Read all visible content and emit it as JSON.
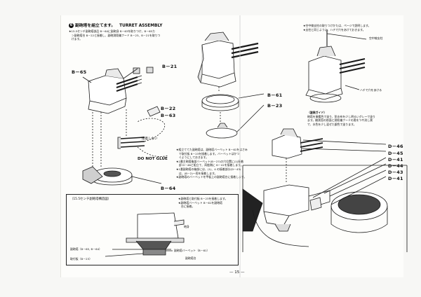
{
  "header": {
    "step_number": "6",
    "title_jp": "副砲塔を組立てます。",
    "title_en": "TURRET ASSEMBLY"
  },
  "intro_notes": [
    "★15.5センチ副砲塔部品 B－64に副砲身 B－63を取りつけ、B－65カ",
    "　ン副砲塔台 B－22と接着し、副砲測距儀フード B－23、B－21を取りつ",
    "　けます。"
  ],
  "top_right_notes": [
    "★空中線支柱の取りつけかたは、ページで説明します。",
    "★支柱と同じように、ハチで穴をあけておきます。",
    "空中線支柱",
    "ハチで穴をあける"
  ],
  "paint_guide": {
    "title": "（塗装ガイド）",
    "lines": [
      "砲塔を軍艦色で塗り、防水布を少し明るいグレーで塗り",
      "ます。観測窓の前面と測距儀フードの奥をつや消し黒",
      "で、水色を少し混ぜた銀色で塗ります。"
    ]
  },
  "mid_notes": [
    "★組立ててた副砲塔は、副砲塔バーベット B－61をはさみ",
    "　で取付板 B－23を接着します。バーベットはかつ",
    "　ぐようにしておきます。",
    "★2番主砲塔後部バーベット(B－27)の穴位置に(1)接着",
    "　部 D－46と組立て、両舷側に D－41を接着します。",
    "★1番副砲塔の箱部には、(1)、4 の接着部分(D－43)",
    "　は、(B－2)一両を接着します。",
    "★副砲塔のバーベットを甲板上の副砲塔台に接着します。"
  ],
  "caution": {
    "jp": "接着しない",
    "en": "DO NOT GLUE"
  },
  "part_labels": {
    "b65": "B－65",
    "b21": "B－21",
    "b22": "B－22",
    "b63": "B－63",
    "b64": "B－64",
    "b61": "B－61",
    "b23": "B－23",
    "d46": "D－46",
    "d45": "D－45",
    "d41a": "D－41",
    "d44": "D－44",
    "d43": "D－43",
    "d41b": "D－41"
  },
  "inset": {
    "title": "（15.5センチ副砲塔構造図）",
    "notes": [
      "★副砲塔と取付板 B－23を接着します。",
      "★副砲塔バーベット B－61を副砲塔",
      "　台に接着。"
    ],
    "labels": {
      "turret": "副砲塔（B－65, B－64）",
      "mount_plate": "取付板（B－23）",
      "barbette": "副砲塔バーベット（B－61）",
      "turret_base": "副砲塔台",
      "barrel": "砲身"
    }
  },
  "page_number": "— 15 —"
}
